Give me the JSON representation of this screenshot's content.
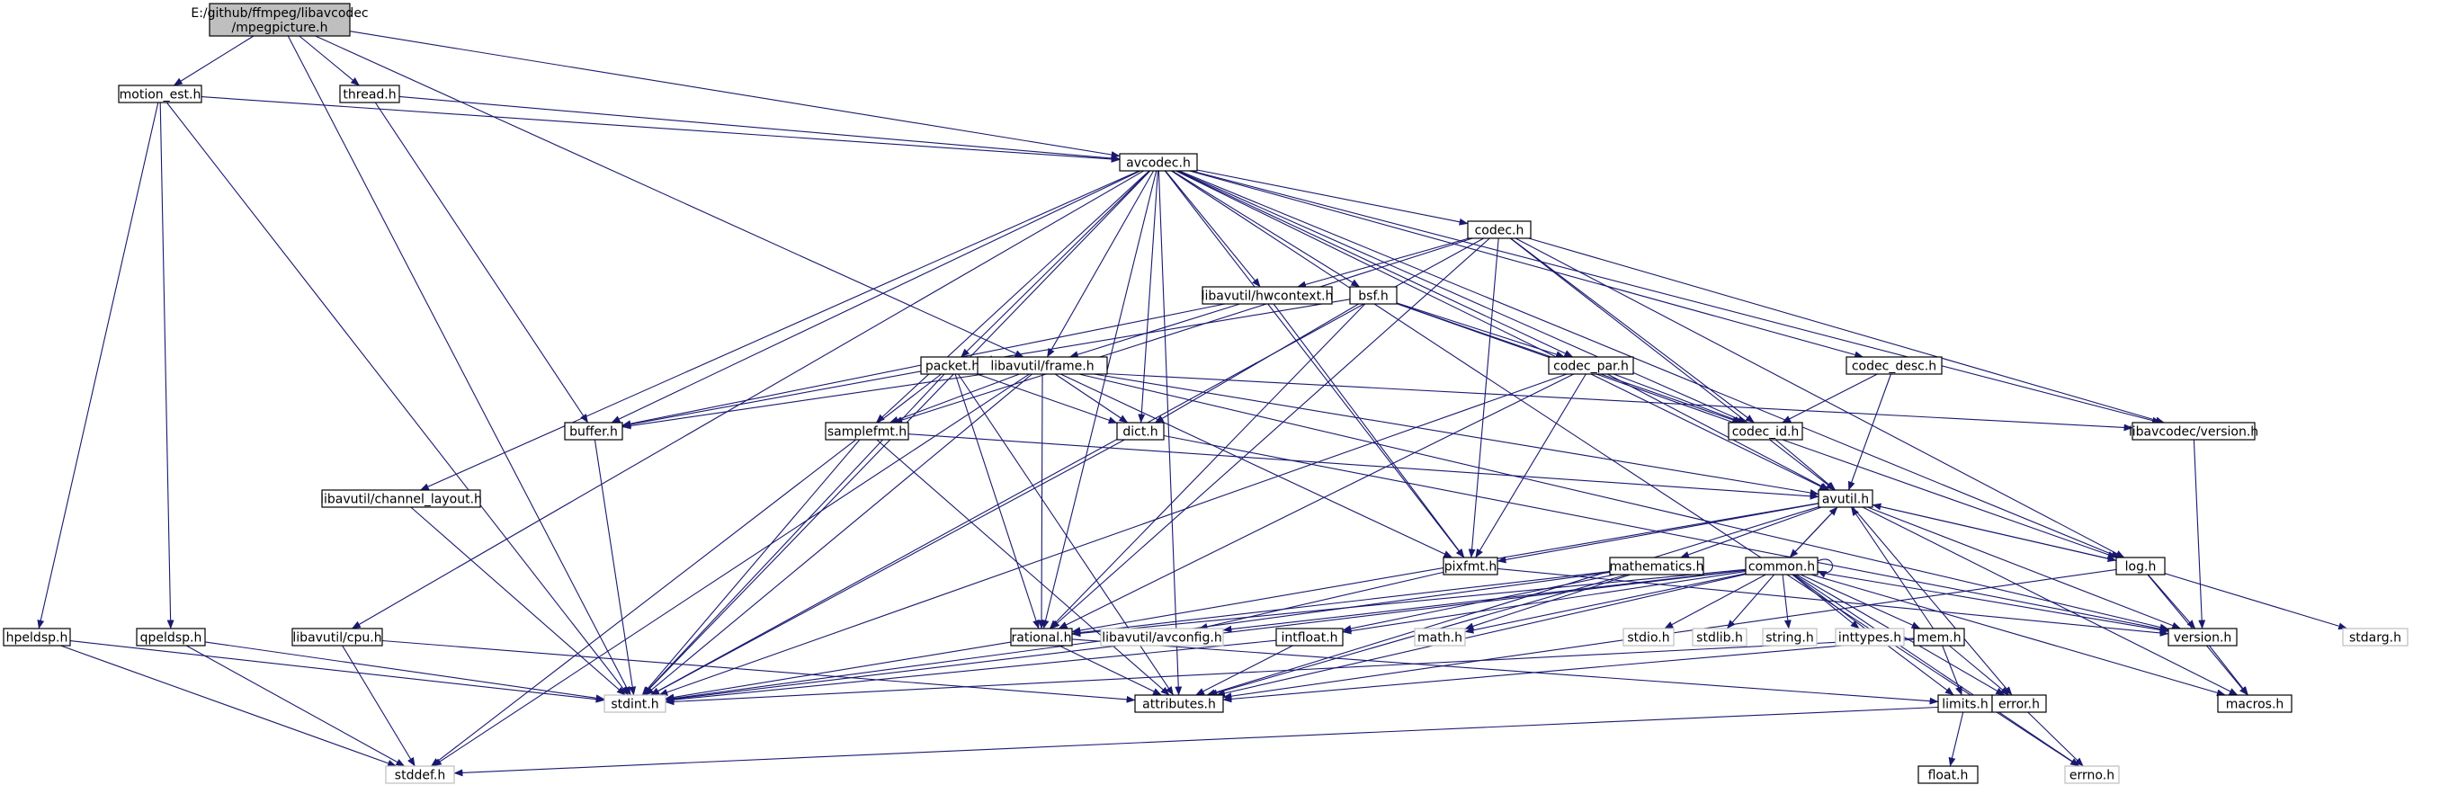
{
  "colors": {
    "edge": "#191970",
    "root_fill": "#bfbfbf",
    "node_border": "#000000",
    "system_border": "#bfbfbf"
  },
  "nodes": {
    "root": {
      "lines": [
        "E:/github/ffmpeg/libavcodec",
        "/mpegpicture.h"
      ],
      "kind": "root"
    },
    "motion_est": {
      "lines": [
        "motion_est.h"
      ]
    },
    "thread": {
      "lines": [
        "thread.h"
      ]
    },
    "avcodec": {
      "lines": [
        "avcodec.h"
      ]
    },
    "codec": {
      "lines": [
        "codec.h"
      ]
    },
    "hwcontext": {
      "lines": [
        "libavutil/hwcontext.h"
      ]
    },
    "bsf": {
      "lines": [
        "bsf.h"
      ]
    },
    "packet": {
      "lines": [
        "packet.h"
      ]
    },
    "frame": {
      "lines": [
        "libavutil/frame.h"
      ]
    },
    "codec_par": {
      "lines": [
        "codec_par.h"
      ]
    },
    "codec_desc": {
      "lines": [
        "codec_desc.h"
      ]
    },
    "buffer": {
      "lines": [
        "buffer.h"
      ]
    },
    "samplefmt": {
      "lines": [
        "samplefmt.h"
      ]
    },
    "dict": {
      "lines": [
        "dict.h"
      ]
    },
    "codec_id": {
      "lines": [
        "codec_id.h"
      ]
    },
    "lavc_version": {
      "lines": [
        "libavcodec/version.h"
      ]
    },
    "channel_layout": {
      "lines": [
        "libavutil/channel_layout.h"
      ]
    },
    "avutil": {
      "lines": [
        "avutil.h"
      ]
    },
    "pixfmt": {
      "lines": [
        "pixfmt.h"
      ]
    },
    "mathematics": {
      "lines": [
        "mathematics.h"
      ]
    },
    "common": {
      "lines": [
        "common.h"
      ]
    },
    "log": {
      "lines": [
        "log.h"
      ]
    },
    "hpeldsp": {
      "lines": [
        "hpeldsp.h"
      ]
    },
    "qpeldsp": {
      "lines": [
        "qpeldsp.h"
      ]
    },
    "cpu": {
      "lines": [
        "libavutil/cpu.h"
      ]
    },
    "rational": {
      "lines": [
        "rational.h"
      ]
    },
    "avconfig": {
      "lines": [
        "libavutil/avconfig.h"
      ],
      "kind": "sys"
    },
    "intfloat": {
      "lines": [
        "intfloat.h"
      ]
    },
    "math": {
      "lines": [
        "math.h"
      ],
      "kind": "sys"
    },
    "stdio": {
      "lines": [
        "stdio.h"
      ],
      "kind": "sys"
    },
    "stdlib": {
      "lines": [
        "stdlib.h"
      ],
      "kind": "sys"
    },
    "string": {
      "lines": [
        "string.h"
      ],
      "kind": "sys"
    },
    "inttypes": {
      "lines": [
        "inttypes.h"
      ],
      "kind": "sys"
    },
    "mem": {
      "lines": [
        "mem.h"
      ]
    },
    "version": {
      "lines": [
        "version.h"
      ]
    },
    "stdarg": {
      "lines": [
        "stdarg.h"
      ],
      "kind": "sys"
    },
    "stdint": {
      "lines": [
        "stdint.h"
      ],
      "kind": "sys"
    },
    "attributes": {
      "lines": [
        "attributes.h"
      ]
    },
    "limits": {
      "lines": [
        "limits.h"
      ]
    },
    "error": {
      "lines": [
        "error.h"
      ]
    },
    "macros": {
      "lines": [
        "macros.h"
      ]
    },
    "stddef": {
      "lines": [
        "stddef.h"
      ],
      "kind": "sys"
    },
    "errno": {
      "lines": [
        "errno.h"
      ],
      "kind": "sys"
    },
    "float": {
      "lines": [
        "float.h"
      ]
    }
  },
  "edges": [
    [
      "root",
      "motion_est"
    ],
    [
      "root",
      "thread"
    ],
    [
      "root",
      "avcodec"
    ],
    [
      "root",
      "frame"
    ],
    [
      "root",
      "stdint"
    ],
    [
      "motion_est",
      "avcodec"
    ],
    [
      "motion_est",
      "hpeldsp"
    ],
    [
      "motion_est",
      "qpeldsp"
    ],
    [
      "motion_est",
      "stdint"
    ],
    [
      "thread",
      "avcodec"
    ],
    [
      "thread",
      "buffer"
    ],
    [
      "avcodec",
      "codec"
    ],
    [
      "avcodec",
      "hwcontext"
    ],
    [
      "avcodec",
      "bsf"
    ],
    [
      "avcodec",
      "packet"
    ],
    [
      "avcodec",
      "frame"
    ],
    [
      "avcodec",
      "codec_par"
    ],
    [
      "avcodec",
      "codec_desc"
    ],
    [
      "avcodec",
      "buffer"
    ],
    [
      "avcodec",
      "samplefmt"
    ],
    [
      "avcodec",
      "dict"
    ],
    [
      "avcodec",
      "codec_id"
    ],
    [
      "avcodec",
      "lavc_version"
    ],
    [
      "avcodec",
      "channel_layout"
    ],
    [
      "avcodec",
      "avutil"
    ],
    [
      "avcodec",
      "pixfmt"
    ],
    [
      "avcodec",
      "log"
    ],
    [
      "avcodec",
      "cpu"
    ],
    [
      "avcodec",
      "rational"
    ],
    [
      "avcodec",
      "attributes"
    ],
    [
      "avcodec",
      "stdint"
    ],
    [
      "avcodec",
      "errno"
    ],
    [
      "codec",
      "hwcontext"
    ],
    [
      "codec",
      "codec_id"
    ],
    [
      "codec",
      "lavc_version"
    ],
    [
      "codec",
      "avutil"
    ],
    [
      "codec",
      "pixfmt"
    ],
    [
      "codec",
      "log"
    ],
    [
      "codec",
      "rational"
    ],
    [
      "codec",
      "samplefmt"
    ],
    [
      "codec",
      "stdint"
    ],
    [
      "hwcontext",
      "frame"
    ],
    [
      "hwcontext",
      "buffer"
    ],
    [
      "hwcontext",
      "pixfmt"
    ],
    [
      "bsf",
      "packet"
    ],
    [
      "bsf",
      "codec_par"
    ],
    [
      "bsf",
      "codec_id"
    ],
    [
      "bsf",
      "dict"
    ],
    [
      "bsf",
      "log"
    ],
    [
      "bsf",
      "rational"
    ],
    [
      "packet",
      "buffer"
    ],
    [
      "packet",
      "dict"
    ],
    [
      "packet",
      "rational"
    ],
    [
      "packet",
      "attributes"
    ],
    [
      "packet",
      "stddef"
    ],
    [
      "packet",
      "stdint"
    ],
    [
      "packet",
      "lavc_version"
    ],
    [
      "frame",
      "buffer"
    ],
    [
      "frame",
      "dict"
    ],
    [
      "frame",
      "samplefmt"
    ],
    [
      "frame",
      "avutil"
    ],
    [
      "frame",
      "pixfmt"
    ],
    [
      "frame",
      "rational"
    ],
    [
      "frame",
      "version"
    ],
    [
      "frame",
      "stddef"
    ],
    [
      "frame",
      "stdint"
    ],
    [
      "codec_par",
      "codec_id"
    ],
    [
      "codec_par",
      "avutil"
    ],
    [
      "codec_par",
      "pixfmt"
    ],
    [
      "codec_par",
      "rational"
    ],
    [
      "codec_par",
      "stdint"
    ],
    [
      "codec_desc",
      "codec_id"
    ],
    [
      "codec_desc",
      "avutil"
    ],
    [
      "buffer",
      "stdint"
    ],
    [
      "samplefmt",
      "avutil"
    ],
    [
      "samplefmt",
      "attributes"
    ],
    [
      "samplefmt",
      "stdint"
    ],
    [
      "dict",
      "stdint"
    ],
    [
      "dict",
      "version"
    ],
    [
      "codec_id",
      "avutil"
    ],
    [
      "lavc_version",
      "version"
    ],
    [
      "channel_layout",
      "stdint"
    ],
    [
      "avutil",
      "mathematics"
    ],
    [
      "avutil",
      "common"
    ],
    [
      "avutil",
      "log"
    ],
    [
      "avutil",
      "pixfmt"
    ],
    [
      "avutil",
      "rational"
    ],
    [
      "avutil",
      "version"
    ],
    [
      "avutil",
      "error"
    ],
    [
      "avutil",
      "macros"
    ],
    [
      "avutil",
      "attributes"
    ],
    [
      "pixfmt",
      "avconfig"
    ],
    [
      "pixfmt",
      "version"
    ],
    [
      "mathematics",
      "rational"
    ],
    [
      "mathematics",
      "intfloat"
    ],
    [
      "mathematics",
      "attributes"
    ],
    [
      "mathematics",
      "stdint"
    ],
    [
      "mathematics",
      "math"
    ],
    [
      "common",
      "common"
    ],
    [
      "common",
      "avutil"
    ],
    [
      "common",
      "attributes"
    ],
    [
      "common",
      "macros"
    ],
    [
      "common",
      "version"
    ],
    [
      "common",
      "avconfig"
    ],
    [
      "common",
      "intfloat"
    ],
    [
      "common",
      "mem"
    ],
    [
      "common",
      "error"
    ],
    [
      "common",
      "math"
    ],
    [
      "common",
      "stdio"
    ],
    [
      "common",
      "stdlib"
    ],
    [
      "common",
      "string"
    ],
    [
      "common",
      "inttypes"
    ],
    [
      "common",
      "limits"
    ],
    [
      "common",
      "errno"
    ],
    [
      "common",
      "stdint"
    ],
    [
      "common",
      "rational"
    ],
    [
      "log",
      "avutil"
    ],
    [
      "log",
      "version"
    ],
    [
      "log",
      "macros"
    ],
    [
      "log",
      "stdarg"
    ],
    [
      "log",
      "attributes"
    ],
    [
      "hpeldsp",
      "stdint"
    ],
    [
      "hpeldsp",
      "stddef"
    ],
    [
      "qpeldsp",
      "stdint"
    ],
    [
      "qpeldsp",
      "stddef"
    ],
    [
      "cpu",
      "attributes"
    ],
    [
      "cpu",
      "stddef"
    ],
    [
      "rational",
      "attributes"
    ],
    [
      "rational",
      "stdint"
    ],
    [
      "rational",
      "limits"
    ],
    [
      "intfloat",
      "attributes"
    ],
    [
      "intfloat",
      "stdint"
    ],
    [
      "mem",
      "attributes"
    ],
    [
      "mem",
      "error"
    ],
    [
      "mem",
      "avutil"
    ],
    [
      "mem",
      "limits"
    ],
    [
      "mem",
      "stdint"
    ],
    [
      "version",
      "macros"
    ],
    [
      "limits",
      "float"
    ],
    [
      "error",
      "errno"
    ],
    [
      "error",
      "stddef"
    ]
  ]
}
